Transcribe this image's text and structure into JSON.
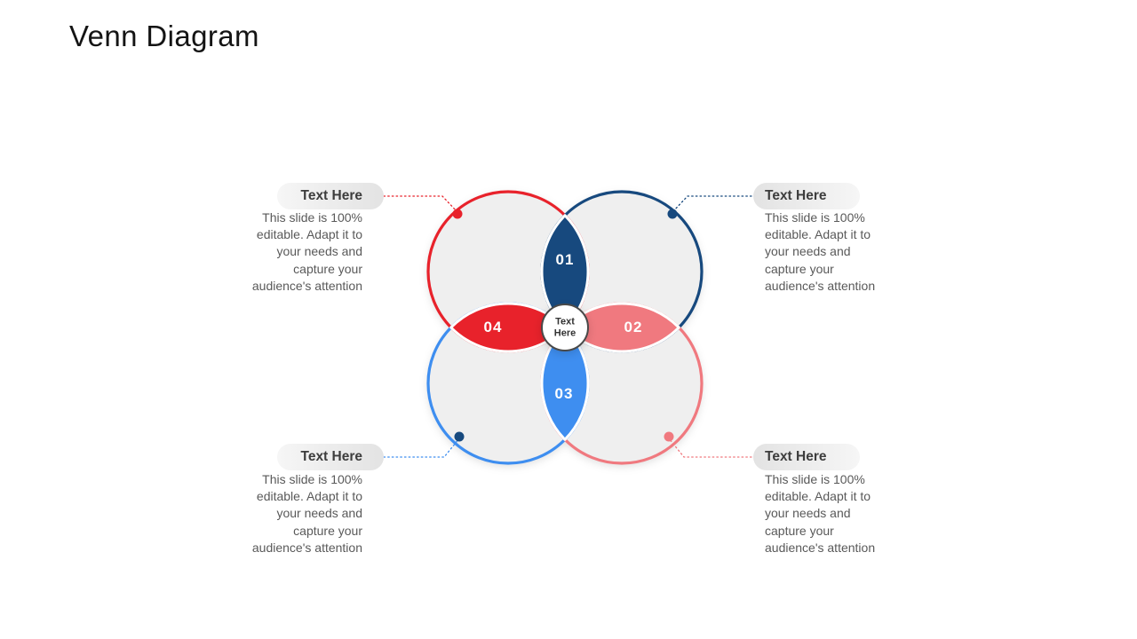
{
  "slide": {
    "title": "Venn Diagram"
  },
  "venn": {
    "center_label": "Text Here",
    "segments": {
      "s01": {
        "label": "01"
      },
      "s02": {
        "label": "02"
      },
      "s03": {
        "label": "03"
      },
      "s04": {
        "label": "04"
      }
    }
  },
  "callouts": {
    "body_lines": [
      "This slide is 100%",
      "editable. Adapt it to",
      "your needs and",
      "capture your",
      "audience's attention"
    ],
    "top_left": {
      "title": "Text Here"
    },
    "top_right": {
      "title": "Text Here"
    },
    "bottom_left": {
      "title": "Text Here"
    },
    "bottom_right": {
      "title": "Text Here"
    }
  },
  "colors": {
    "red": "#E8222B",
    "navy": "#17497E",
    "blue": "#3E8EF0",
    "salmon": "#F0797F",
    "circle_fill": "#EFEFEF"
  }
}
